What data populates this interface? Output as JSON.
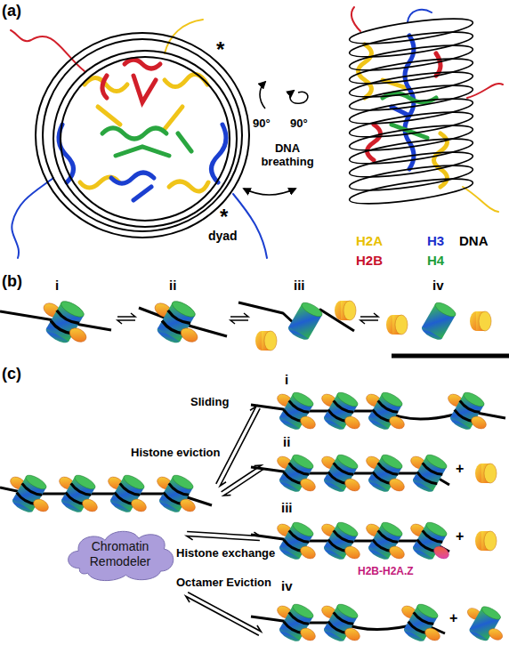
{
  "diagram": {
    "nodes": [
      {
        "text": [
          "Chromatin Remodeler"
        ]
      }
    ],
    "labels": [
      "(a)",
      "*",
      "*",
      "dyad",
      "DNA breathing",
      "90°",
      "90°",
      "(b)",
      "i",
      "ii",
      "iii",
      "iv",
      "(c)",
      "Sliding",
      "Histone eviction",
      "Histone exchange",
      "Octamer Eviction",
      "i",
      "ii",
      "iii",
      "iv",
      "+",
      "+",
      "+",
      "H2B-H2A.Z"
    ],
    "legend": [
      {
        "text": "H2A",
        "color": "#e8c000"
      },
      {
        "text": "H3",
        "color": "#1a2ecc"
      },
      {
        "text": "DNA",
        "color": "#000000"
      },
      {
        "text": "H2B",
        "color": "#c8102e"
      },
      {
        "text": "H4",
        "color": "#1e9e3a"
      }
    ]
  }
}
